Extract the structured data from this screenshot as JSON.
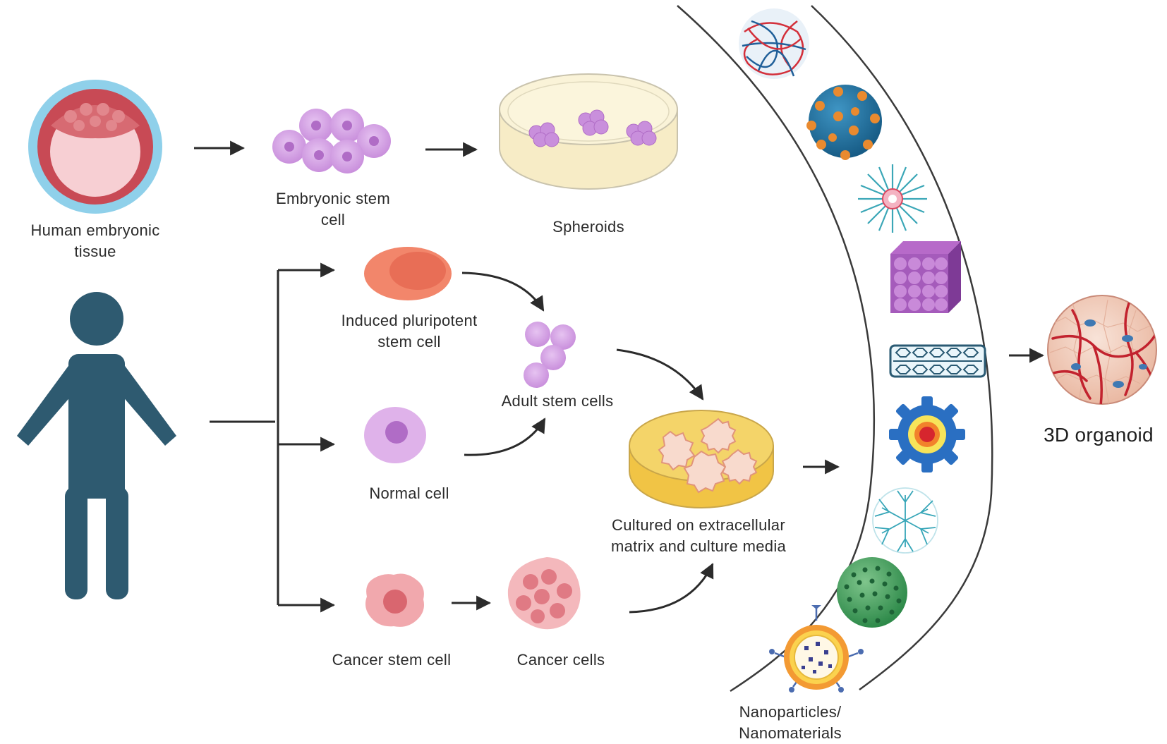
{
  "labels": {
    "human_embryonic_tissue": "Human embryonic\ntissue",
    "embryonic_stem_cell": "Embryonic stem\ncell",
    "spheroids": "Spheroids",
    "induced_pluripotent_stem_cell": "Induced pluripotent\nstem cell",
    "adult_stem_cells": "Adult stem cells",
    "normal_cell": "Normal cell",
    "cancer_stem_cell": "Cancer stem cell",
    "cancer_cells": "Cancer cells",
    "cultured": "Cultured on extracellular\nmatrix and culture media",
    "nanoparticles": "Nanoparticles/\nNanomaterials",
    "organoid": "3D organoid"
  },
  "nanomaterials": [
    "polymer-network-icon",
    "decorated-nanosphere-icon",
    "micelle-icon",
    "nanocube-lattice-icon",
    "carbon-nanotube-icon",
    "gear-nanoparticle-icon",
    "dendrimer-icon",
    "porous-silica-sphere-icon",
    "liposome-icon"
  ],
  "colors": {
    "human": "#2e5a70",
    "arrow": "#2b2b2b",
    "stem_purple": "#d7a8e6",
    "ipsc_orange": "#f2866b",
    "cancer_pink": "#f1a8ad",
    "dish_yellow": "#f2cf53",
    "organoid_vessel": "#c2222e"
  }
}
